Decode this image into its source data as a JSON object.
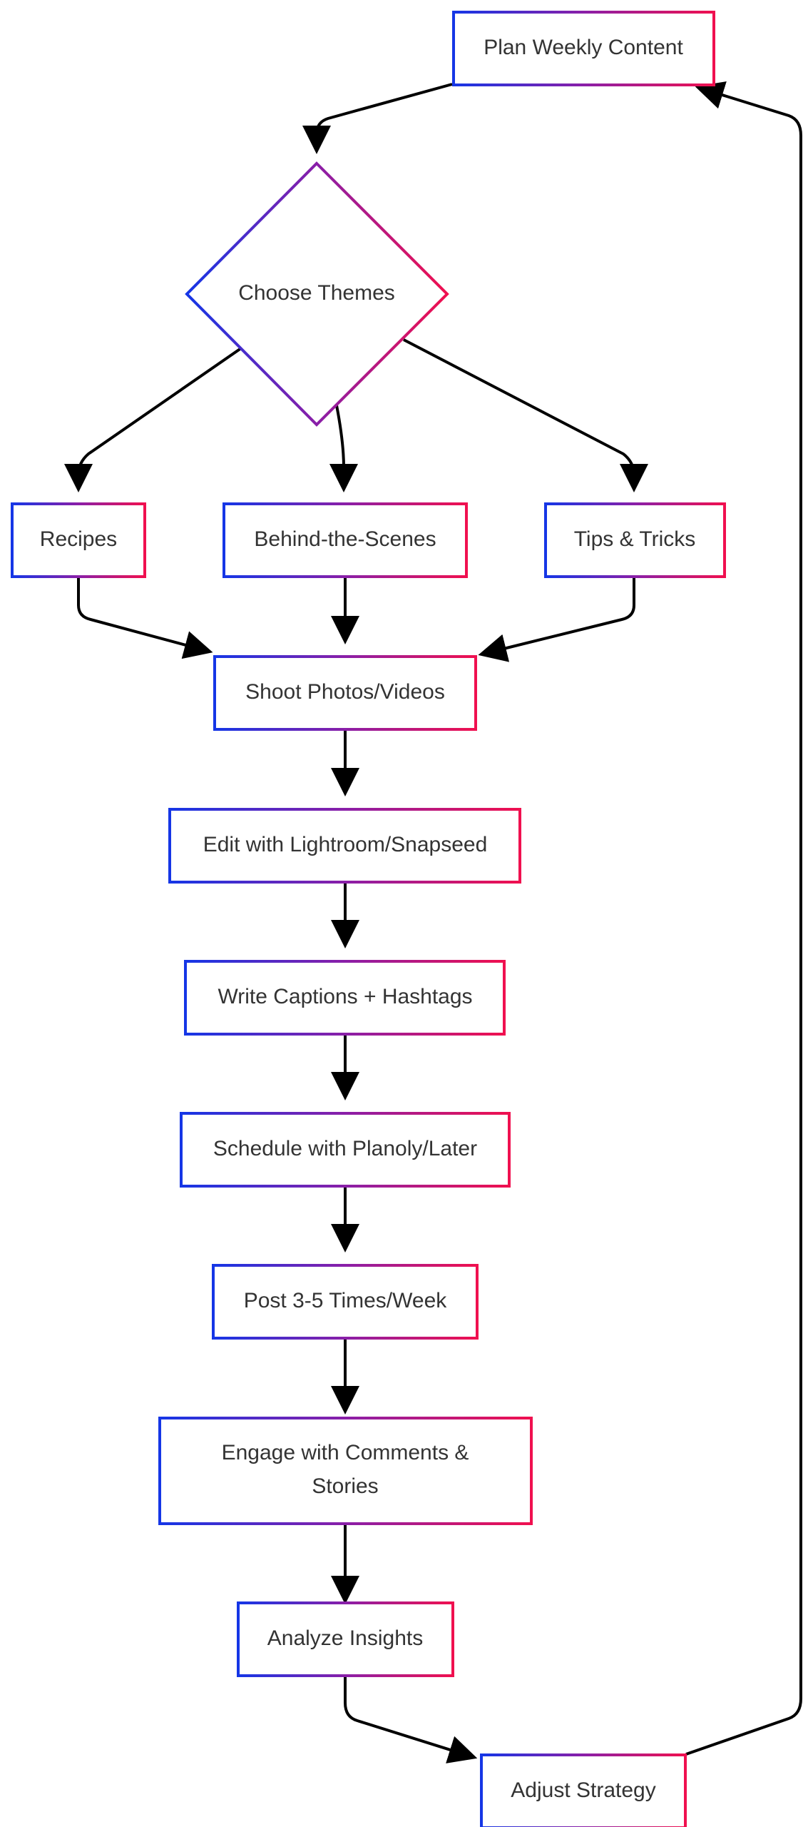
{
  "diagram": {
    "type": "flowchart",
    "nodes": {
      "plan": "Plan Weekly Content",
      "themes": "Choose Themes",
      "recipes": "Recipes",
      "bts": "Behind-the-Scenes",
      "tips": "Tips & Tricks",
      "shoot": "Shoot Photos/Videos",
      "edit": "Edit with Lightroom/Snapseed",
      "captions": "Write Captions + Hashtags",
      "schedule": "Schedule with Planoly/Later",
      "post": "Post 3-5 Times/Week",
      "engage_line1": "Engage with Comments &",
      "engage_line2": "Stories",
      "analyze": "Analyze Insights",
      "adjust": "Adjust Strategy"
    },
    "edges": [
      {
        "from": "plan",
        "to": "themes"
      },
      {
        "from": "themes",
        "to": "recipes"
      },
      {
        "from": "themes",
        "to": "bts"
      },
      {
        "from": "themes",
        "to": "tips"
      },
      {
        "from": "recipes",
        "to": "shoot"
      },
      {
        "from": "bts",
        "to": "shoot"
      },
      {
        "from": "tips",
        "to": "shoot"
      },
      {
        "from": "shoot",
        "to": "edit"
      },
      {
        "from": "edit",
        "to": "captions"
      },
      {
        "from": "captions",
        "to": "schedule"
      },
      {
        "from": "schedule",
        "to": "post"
      },
      {
        "from": "post",
        "to": "engage"
      },
      {
        "from": "engage",
        "to": "analyze"
      },
      {
        "from": "analyze",
        "to": "adjust"
      },
      {
        "from": "adjust",
        "to": "plan"
      }
    ],
    "colors": {
      "node_gradient_start": "#1536e6",
      "node_gradient_mid": "#8a1fa8",
      "node_gradient_end": "#f0104f",
      "edge": "#000000",
      "text": "#333333",
      "background": "#ffffff"
    }
  }
}
